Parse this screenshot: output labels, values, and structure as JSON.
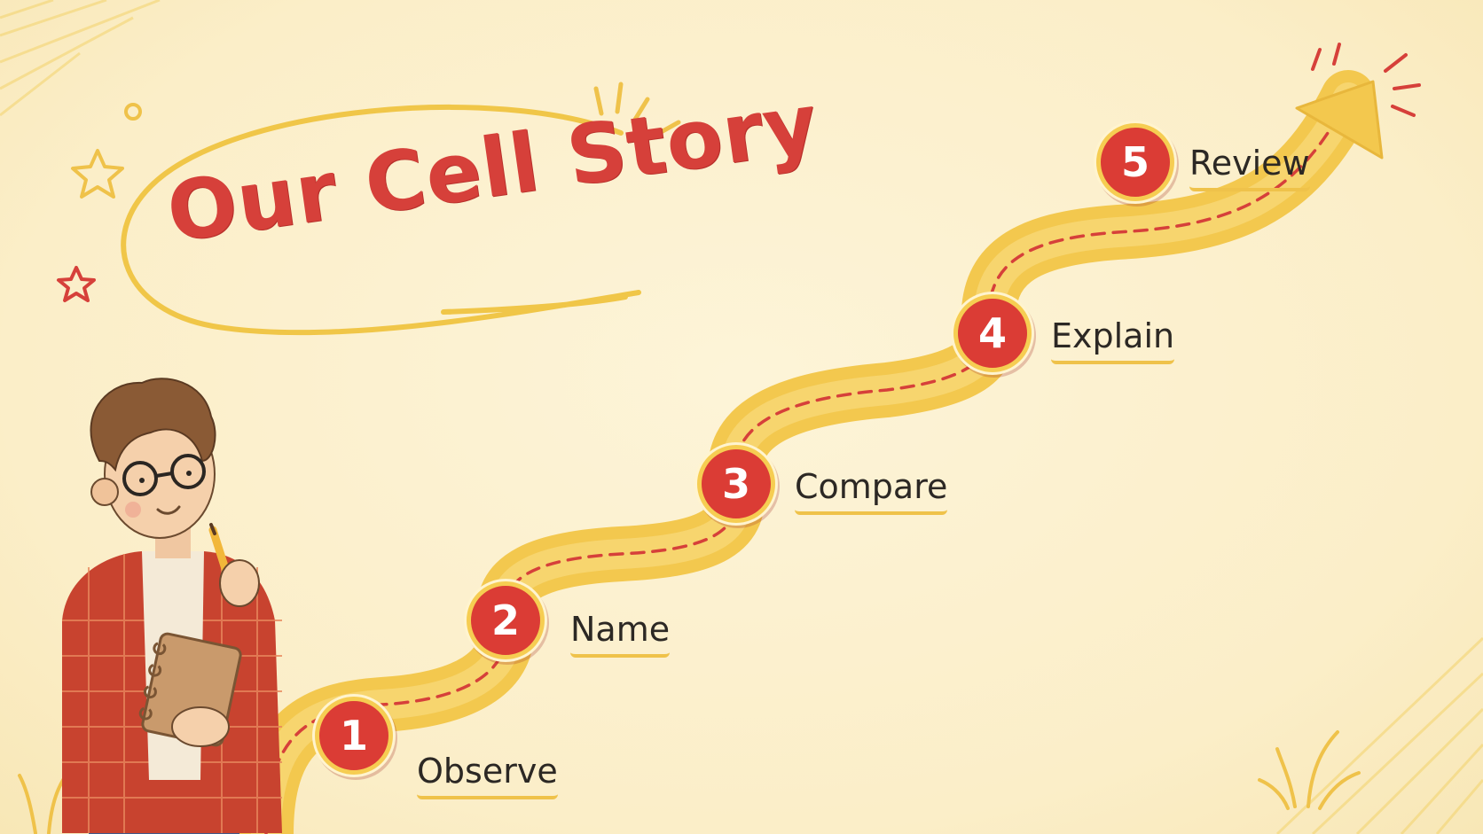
{
  "title": "Our Cell Story",
  "steps": [
    {
      "number": "1",
      "label": "Observe"
    },
    {
      "number": "2",
      "label": "Name"
    },
    {
      "number": "3",
      "label": "Compare"
    },
    {
      "number": "4",
      "label": "Explain"
    },
    {
      "number": "5",
      "label": "Review"
    }
  ],
  "colors": {
    "background": "#fdf3d2",
    "accent_red": "#d6403a",
    "path_yellow": "#f3c84e",
    "text_dark": "#2c2824"
  }
}
